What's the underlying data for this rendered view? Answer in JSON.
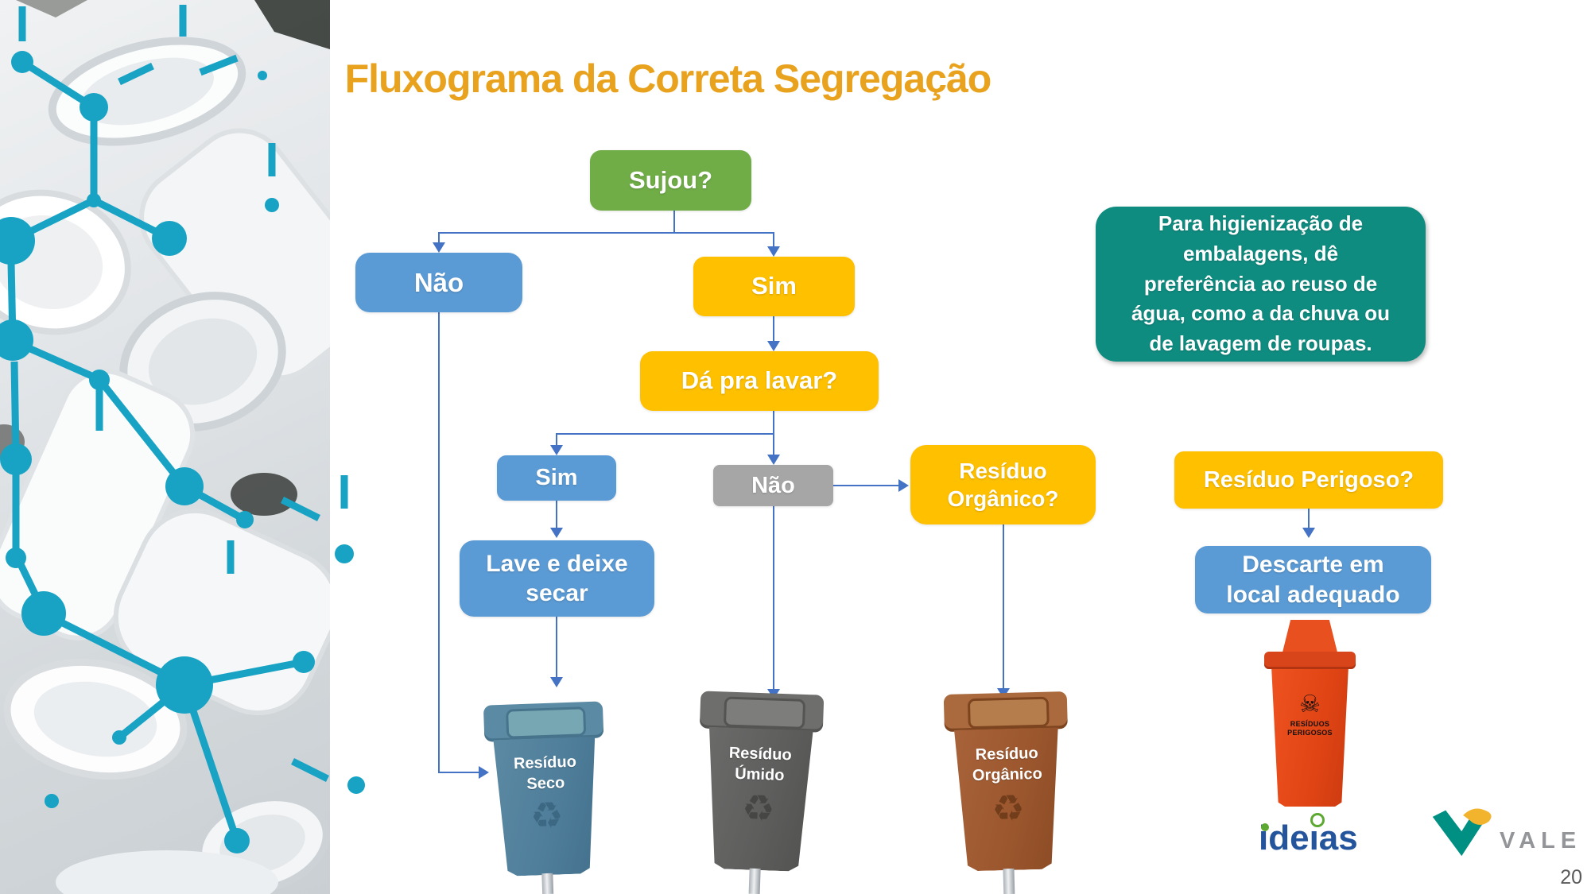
{
  "slide": {
    "title": "Fluxograma da Correta Segregação",
    "page_number": "20"
  },
  "flow": {
    "sujou": {
      "label": "Sujou?"
    },
    "nao_top": {
      "label": "Não"
    },
    "sim_top": {
      "label": "Sim"
    },
    "lavar": {
      "label": "Dá pra lavar?"
    },
    "sim_wash": {
      "label": "Sim"
    },
    "nao_wash": {
      "label": "Não"
    },
    "organico": {
      "line1": "Resíduo",
      "line2": "Orgânico?"
    },
    "perigoso": {
      "label": "Resíduo Perigoso?"
    },
    "lave": {
      "line1": "Lave e deixe",
      "line2": "secar"
    },
    "descarte": {
      "line1": "Descarte em",
      "line2": "local adequado"
    }
  },
  "callout": {
    "lines": [
      "Para higienização de",
      "embalagens, dê",
      "preferência ao reuso de",
      "água, como a da chuva ou",
      "de lavagem de roupas."
    ]
  },
  "bins": {
    "seco": {
      "line1": "Resíduo",
      "line2": "Seco",
      "icon": "♻"
    },
    "umido": {
      "line1": "Resíduo",
      "line2": "Úmido",
      "icon": "♻"
    },
    "organico": {
      "line1": "Resíduo",
      "line2": "Orgânico",
      "icon": "♻"
    },
    "perigoso": {
      "line1": "RESÍDUOS",
      "line2": "PERIGOSOS",
      "icon": "☠"
    }
  },
  "logos": {
    "ideias": {
      "text": "ideias"
    },
    "vale": {
      "text": "VALE"
    }
  },
  "colors": {
    "node_green": "#70AD47",
    "node_blue": "#5B9BD5",
    "node_yellow": "#FFC000",
    "node_gray": "#A6A6A6",
    "callout_teal": "#0F8C80",
    "arrow_blue": "#4472C4",
    "title_orange": "#E8A21D",
    "molecule_teal": "#18A3C4",
    "bin_seco": "#4F7E9B",
    "bin_umido": "#616160",
    "bin_organico": "#A05C32",
    "bin_perigoso": "#E04414",
    "ideias_navy": "#24549B",
    "ideias_green": "#5CA831",
    "vale_teal": "#008F83",
    "vale_yellow": "#F2B42C",
    "vale_gray": "#939598"
  }
}
